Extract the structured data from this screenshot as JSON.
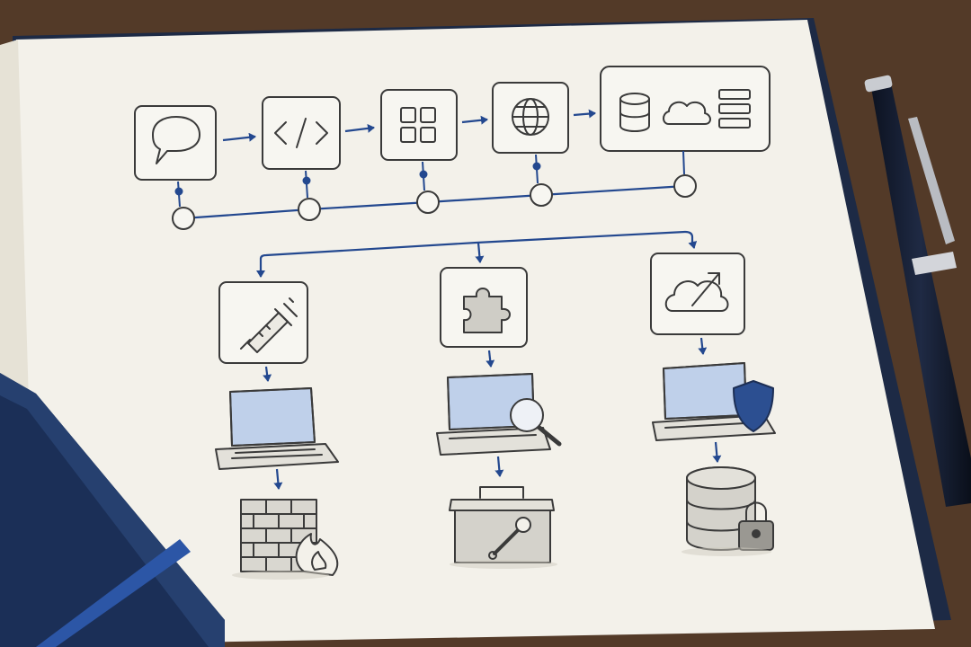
{
  "title": "",
  "palette": {
    "desk": "#5a3f2c",
    "paper": "#f3f1ea",
    "ink": "#3a3a3a",
    "accent_blue": "#23488f",
    "notebook_cover": "#1b2f57",
    "screen_blue": "#bfd0ea"
  },
  "pipeline": {
    "stages": [
      {
        "id": "chat",
        "icon": "chat-bubble-icon"
      },
      {
        "id": "code",
        "icon": "code-brackets-icon"
      },
      {
        "id": "apps",
        "icon": "app-grid-icon"
      },
      {
        "id": "web",
        "icon": "globe-icon"
      },
      {
        "id": "infra",
        "icons": [
          "database-icon",
          "cloud-icon",
          "server-rack-icon"
        ]
      }
    ],
    "connector": "timeline-bus-with-circle-nodes"
  },
  "branches": [
    {
      "id": "testing",
      "top_icon": "syringe-icon",
      "middle_icon": "laptop-icon",
      "bottom_icon": "firewall-icon"
    },
    {
      "id": "integration",
      "top_icon": "puzzle-piece-icon",
      "middle_icon": "laptop-magnifier-icon",
      "bottom_icon": "toolbox-wrench-icon"
    },
    {
      "id": "deployment",
      "top_icon": "cloud-upload-arrow-icon",
      "middle_icon": "laptop-shield-icon",
      "bottom_icon": "database-lock-icon"
    }
  ],
  "objects": {
    "pen": "black-ballpoint-pen",
    "notebook": "navy-notebook-with-elastic-band"
  }
}
